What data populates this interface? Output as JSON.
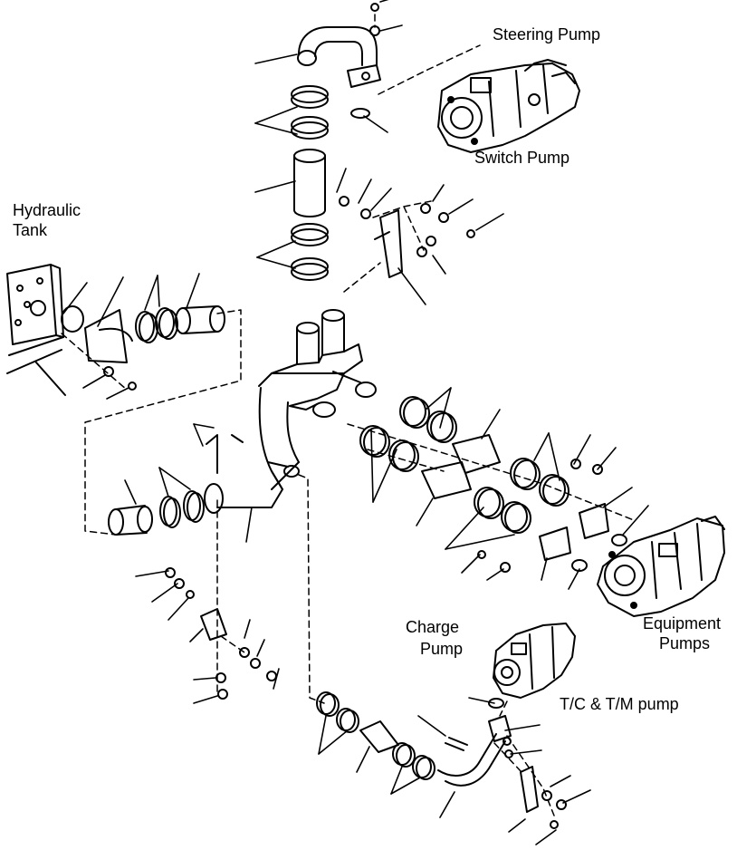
{
  "labels": {
    "steering_pump": "Steering Pump",
    "switch_pump": "Switch Pump",
    "hydraulic_tank_line1": "Hydraulic",
    "hydraulic_tank_line2": "Tank",
    "equipment_pumps_line1": "Equipment",
    "equipment_pumps_line2": "Pumps",
    "charge_pump_line1": "Charge",
    "charge_pump_line2": "Pump",
    "tc_tm_pump": "T/C & T/M pump"
  },
  "colors": {
    "ink": "#000000",
    "paper": "#ffffff"
  }
}
